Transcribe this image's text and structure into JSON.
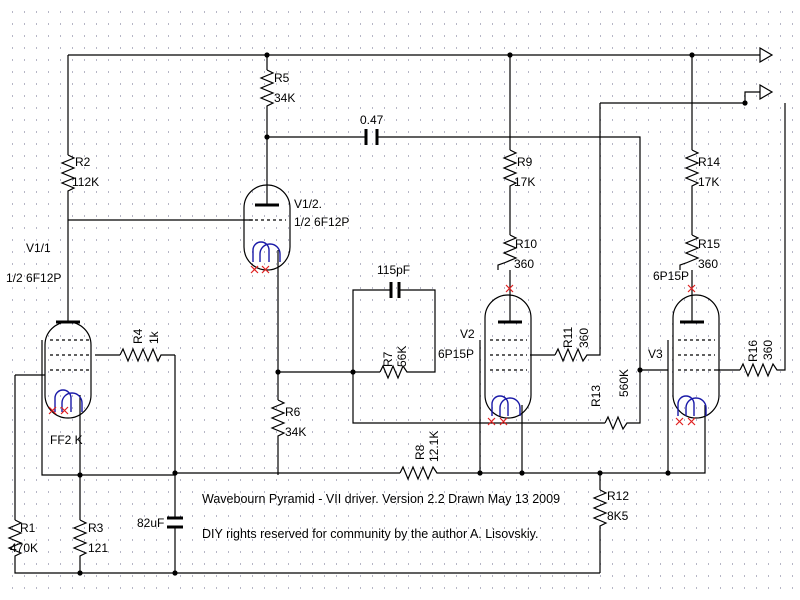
{
  "components": {
    "v11": {
      "designator": "V1/1",
      "type": "1/2 6F12P"
    },
    "v12": {
      "designator": "V1/2.",
      "type": "1/2 6F12P"
    },
    "v2": {
      "designator": "V2",
      "type": "6P15P"
    },
    "v3": {
      "designator": "V3",
      "type": "6P15P"
    },
    "ff": {
      "designator": "FF2 K"
    },
    "r1": {
      "designator": "R1",
      "value": "470K"
    },
    "r2": {
      "designator": "R2",
      "value": "112K"
    },
    "r3": {
      "designator": "R3",
      "value": "121"
    },
    "r4": {
      "designator": "R4",
      "value": "1k"
    },
    "r5": {
      "designator": "R5",
      "value": "34K"
    },
    "r6": {
      "designator": "R6",
      "value": "34K"
    },
    "r7": {
      "designator": "R7",
      "value": "56K"
    },
    "r8": {
      "designator": "R8",
      "value": "12.1K"
    },
    "r9": {
      "designator": "R9",
      "value": "17K"
    },
    "r10": {
      "designator": "R10",
      "value": "360"
    },
    "r11": {
      "designator": "R11",
      "value": "360"
    },
    "r12": {
      "designator": "R12",
      "value": "8K5"
    },
    "r13": {
      "designator": "R13",
      "value": "560K"
    },
    "r14": {
      "designator": "R14",
      "value": "17K"
    },
    "r15": {
      "designator": "R15",
      "value": "360"
    },
    "r16": {
      "designator": "R16",
      "value": "360"
    },
    "c1": {
      "value": "0.47"
    },
    "c2": {
      "value": "115pF"
    },
    "c3": {
      "value": "82uF"
    }
  },
  "notes": {
    "title": "Wavebourn Pyramid - VII driver. Version 2.2 Drawn May 13 2009",
    "rights": "DIY rights reserved for community by the author A. Lisovskiy."
  }
}
